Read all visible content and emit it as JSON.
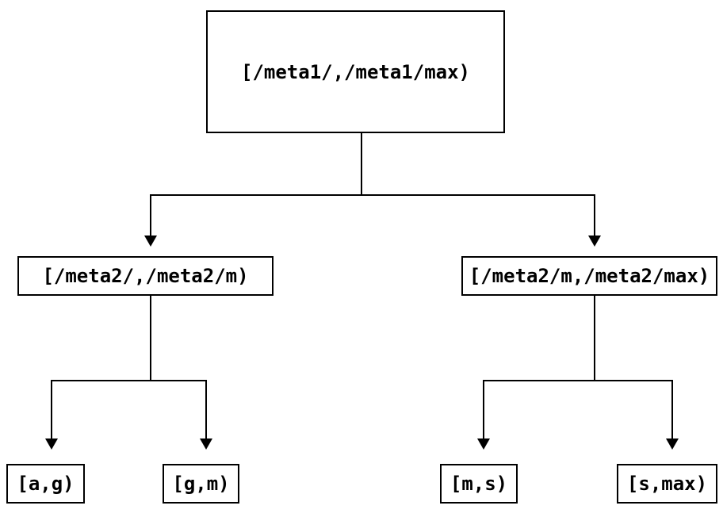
{
  "tree": {
    "root": {
      "label": "[/meta1/,/meta1/max)"
    },
    "children": [
      {
        "label": "[/meta2/,/meta2/m)",
        "children": [
          {
            "label": "[a,g)"
          },
          {
            "label": "[g,m)"
          }
        ]
      },
      {
        "label": "[/meta2/m,/meta2/max)",
        "children": [
          {
            "label": "[m,s)"
          },
          {
            "label": "[s,max)"
          }
        ]
      }
    ]
  },
  "colors": {
    "background": "#ffffff",
    "node_border": "#000000",
    "text": "#000000",
    "connector": "#000000"
  }
}
